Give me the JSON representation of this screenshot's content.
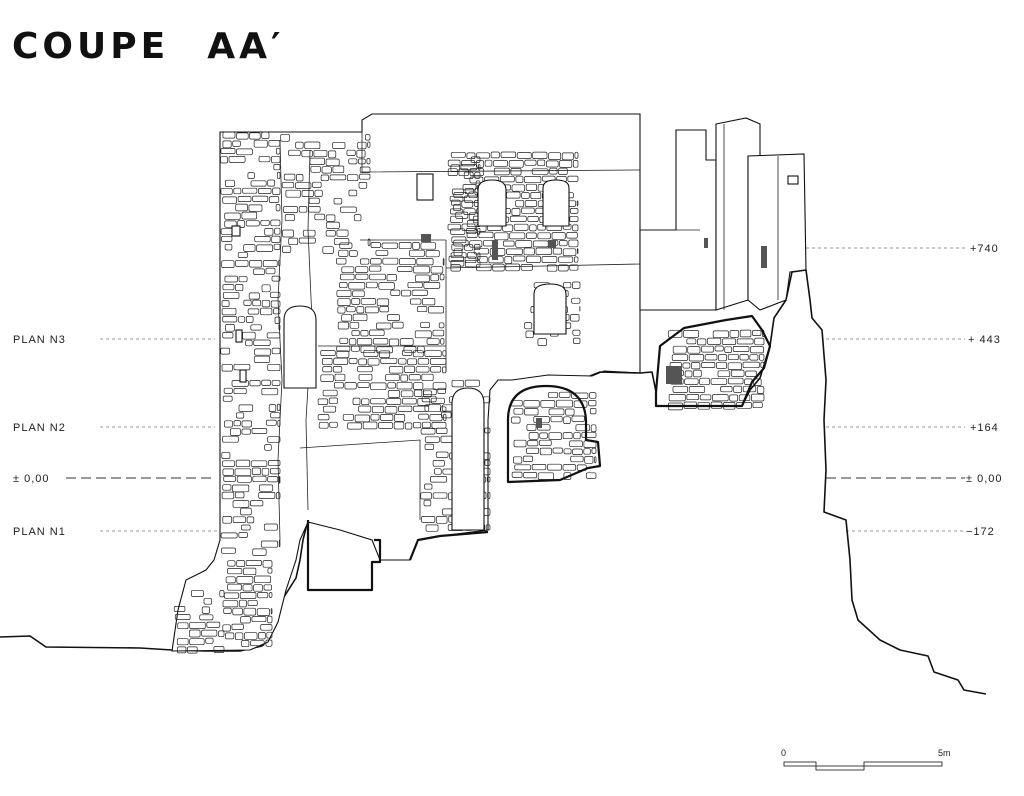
{
  "title": {
    "part1": "COUPE",
    "part2": "AA′"
  },
  "levels_left": [
    {
      "label": "PLAN   N3",
      "key": "n3"
    },
    {
      "label": "PLAN   N2",
      "key": "n2"
    },
    {
      "label": "± 0,00",
      "key": "zero"
    },
    {
      "label": "PLAN   N1",
      "key": "n1"
    }
  ],
  "levels_right": [
    {
      "label": "+740",
      "key": "p740"
    },
    {
      "label": "+ 443",
      "key": "n3"
    },
    {
      "label": "+164",
      "key": "n2"
    },
    {
      "label": "± 0,00",
      "key": "zero"
    },
    {
      "label": "−172",
      "key": "n1"
    }
  ],
  "scale": {
    "start": "0",
    "end": "5m"
  }
}
